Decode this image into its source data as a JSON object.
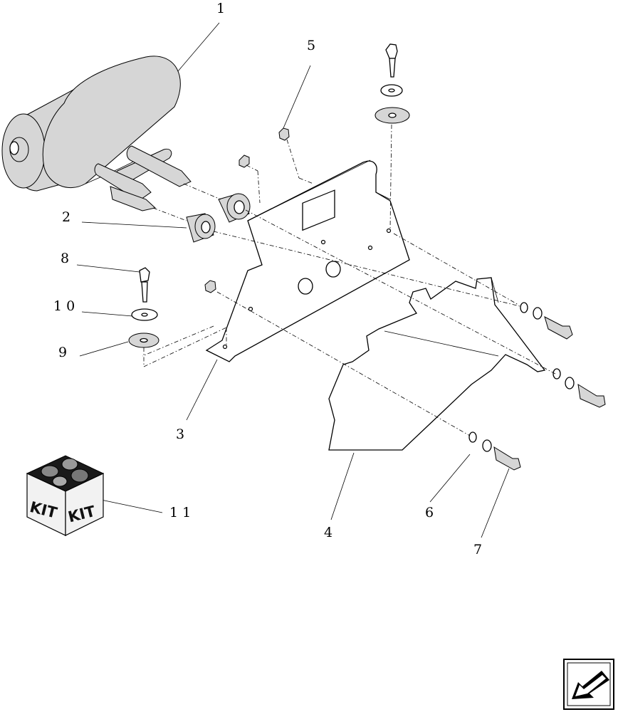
{
  "callouts": [
    {
      "id": "1",
      "text": "1"
    },
    {
      "id": "2",
      "text": "2"
    },
    {
      "id": "3",
      "text": "3"
    },
    {
      "id": "4",
      "text": "4"
    },
    {
      "id": "5",
      "text": "5"
    },
    {
      "id": "6",
      "text": "6"
    },
    {
      "id": "7",
      "text": "7"
    },
    {
      "id": "8",
      "text": "8"
    },
    {
      "id": "9",
      "text": "9"
    },
    {
      "id": "10",
      "text": "1 0"
    },
    {
      "id": "11",
      "text": "1 1"
    }
  ],
  "kit_box": {
    "left_label": "KIT",
    "right_label": "KIT"
  },
  "nav": {
    "icon": "back-arrow-icon"
  }
}
